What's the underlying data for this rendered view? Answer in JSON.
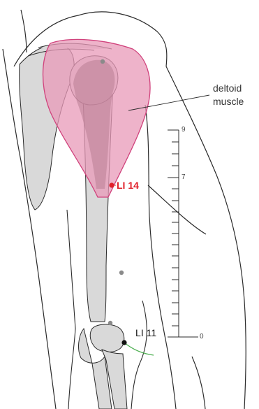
{
  "labels": {
    "muscle_line1": "deltoid",
    "muscle_line2": "muscle",
    "point_li14": "LI 14",
    "point_li11": "LI 11"
  },
  "scale": {
    "tick_top": "9",
    "tick_mid": "7",
    "tick_bottom": "0"
  },
  "colors": {
    "outline": "#2b2b2b",
    "bone_fill": "#d9d9d9",
    "muscle_fill": "#e89ab8",
    "muscle_edge": "#d0427c",
    "muscle_shadow": "#b97d93",
    "point_li14": "#e0202a",
    "point_li11": "#111111",
    "marker_gray": "#8a8a8a",
    "channel_green": "#4caf50"
  }
}
